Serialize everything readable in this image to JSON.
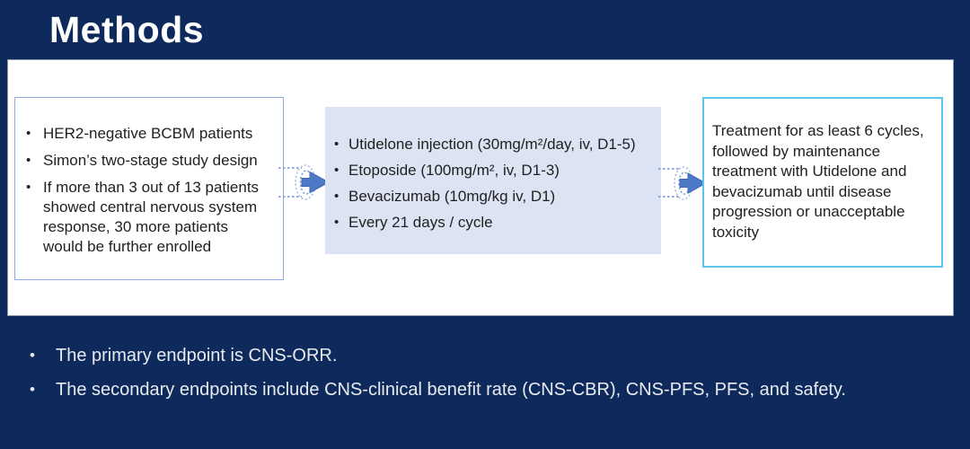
{
  "title": "Methods",
  "flow": {
    "box1": {
      "bullets": [
        "HER2-negative BCBM patients",
        "Simon’s two-stage study design",
        "If more than 3 out of 13 patients showed central nervous system response, 30 more patients would be further enrolled"
      ]
    },
    "box2": {
      "bullets": [
        "Utidelone injection (30mg/m²/day, iv, D1-5)",
        "Etoposide (100mg/m², iv, D1-3)",
        "Bevacizumab (10mg/kg iv, D1)",
        "Every 21 days / cycle"
      ]
    },
    "box3": {
      "text": "Treatment for as least 6 cycles, followed by maintenance treatment with Utidelone and bevacizumab until disease progression or unacceptable toxicity"
    },
    "arrow_icon": "flow-arrow"
  },
  "endpoints": {
    "bullets": [
      "The primary endpoint is CNS-ORR.",
      "The secondary endpoints include CNS-clinical benefit rate (CNS-CBR), CNS-PFS, PFS, and safety."
    ]
  },
  "colors": {
    "navy_background": "#0e2a5c",
    "panel_white": "#ffffff",
    "regimen_box_fill": "#dce3f3",
    "eligibility_box_border": "#8faadc",
    "maintenance_box_border": "#5bc6ec",
    "arrow_blue": "#4d79c7",
    "body_text": "#212121",
    "light_text": "#e8eaee"
  }
}
